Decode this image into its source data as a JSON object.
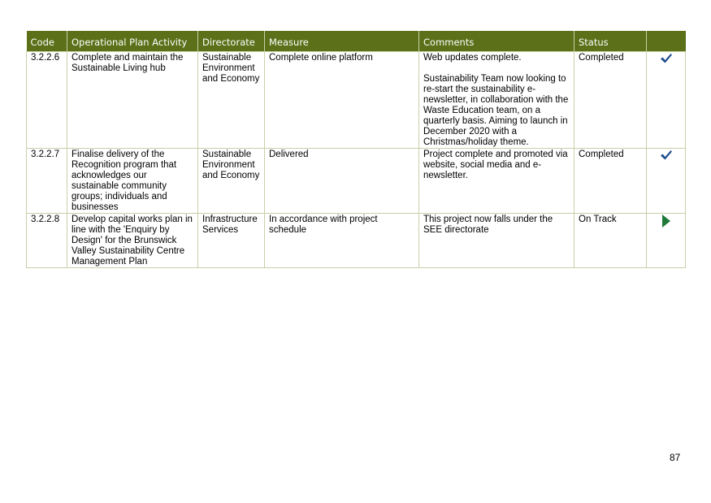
{
  "table": {
    "headers": {
      "code": "Code",
      "activity": "Operational Plan Activity",
      "directorate": "Directorate",
      "measure": "Measure",
      "comments": "Comments",
      "status": "Status"
    },
    "rows": [
      {
        "code": "3.2.2.6",
        "activity": "Complete and maintain the Sustainable Living hub",
        "directorate": "Sustainable Environment and Economy",
        "measure": "Complete online platform",
        "comments": "Web updates complete.\n\nSustainability Team now looking to re-start the sustainability e-newsletter, in collaboration with the Waste Education team, on a quarterly basis. Aiming to launch in December 2020 with a Christmas/holiday theme.",
        "status": "Completed",
        "status_icon": "check-icon"
      },
      {
        "code": "3.2.2.7",
        "activity": "Finalise delivery of the Recognition program that acknowledges our sustainable community groups; individuals and businesses",
        "directorate": "Sustainable Environment and Economy",
        "measure": "Delivered",
        "comments": "Project complete and promoted via website, social media and e-newsletter.",
        "status": "Completed",
        "status_icon": "check-icon"
      },
      {
        "code": "3.2.2.8",
        "activity": "Develop capital works plan in line with the 'Enquiry by Design' for the Brunswick Valley Sustainability Centre Management Plan",
        "directorate": "Infrastructure Services",
        "measure": "In accordance with project schedule",
        "comments": "This project now falls under the SEE directorate",
        "status": "On Track",
        "status_icon": "play-arrow-icon"
      }
    ]
  },
  "colors": {
    "header_bg": "#5b7018",
    "border": "#c8d0a8",
    "check": "#1f4e8c",
    "arrow": "#1f7a3a"
  },
  "page_number": "87"
}
